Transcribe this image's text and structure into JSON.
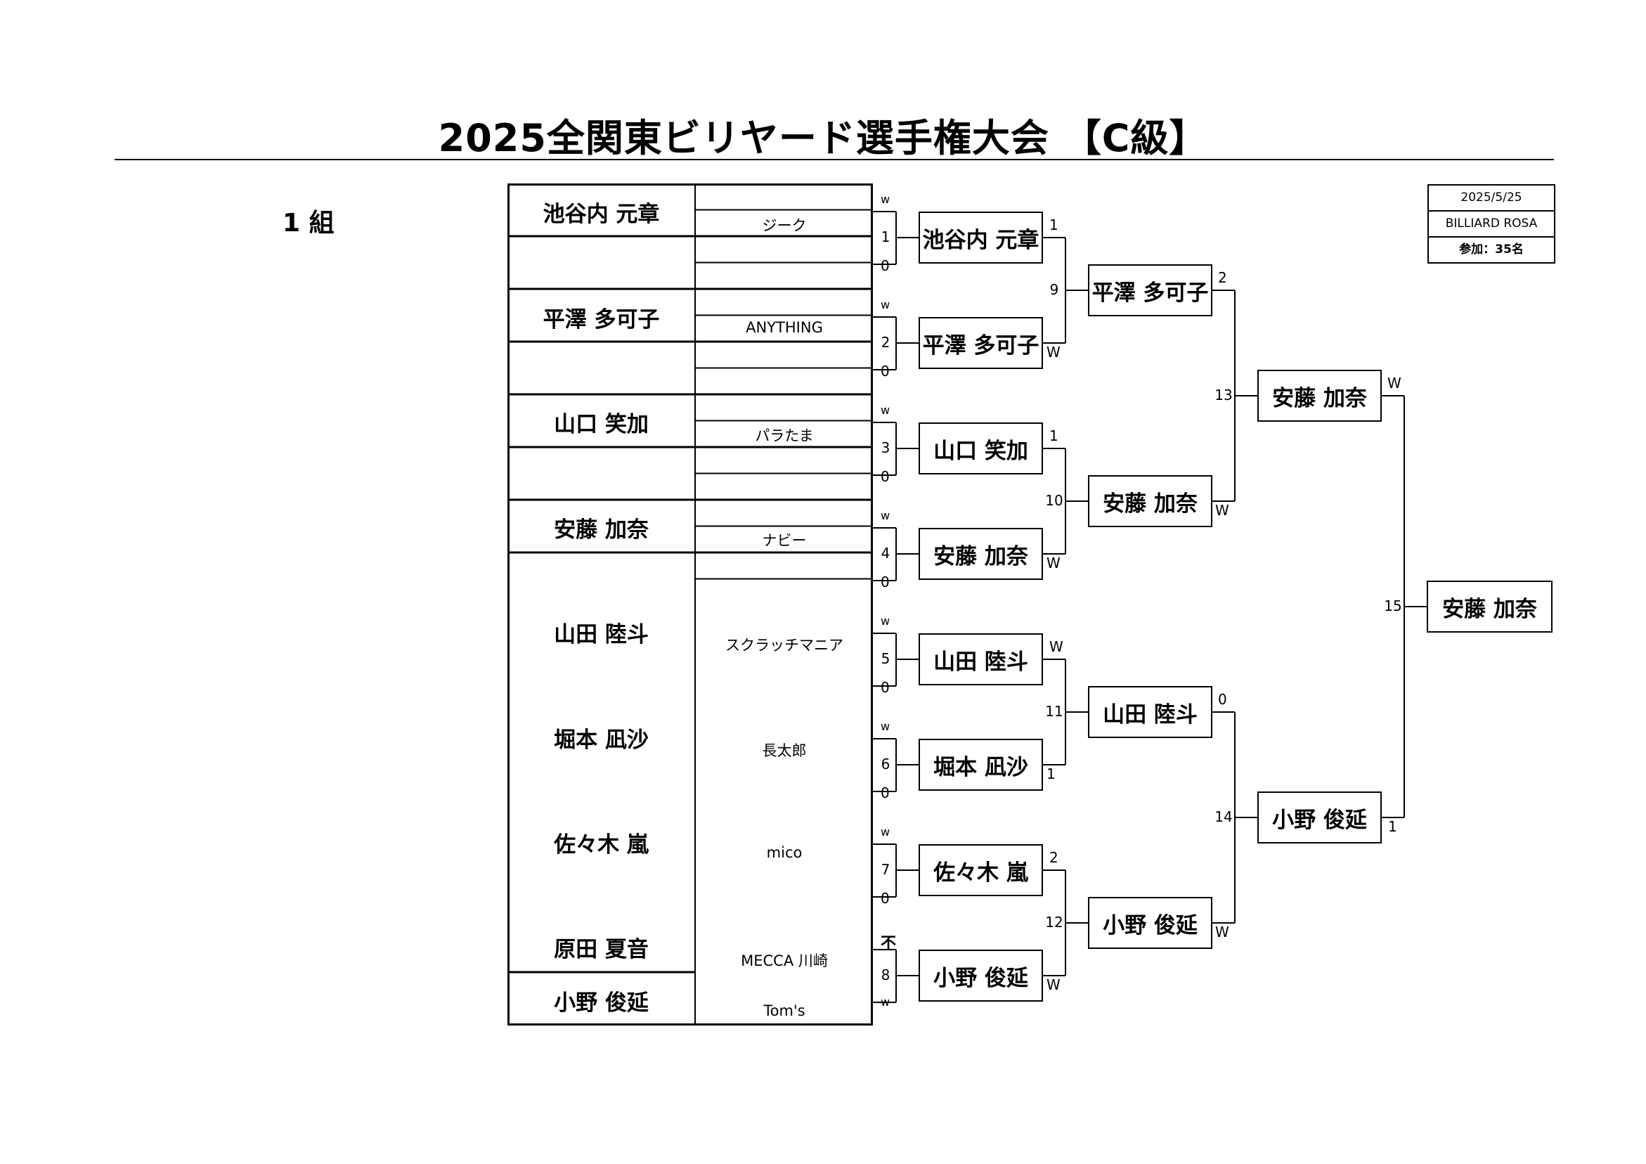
{
  "title": "2025全関東ビリヤード選手権大会 【C級】",
  "group_label": "1 組",
  "info": {
    "date": "2025/5/25",
    "venue": "BILLIARD ROSA",
    "participants": "参加：35名"
  },
  "entries": [
    {
      "name": "池谷内 元章",
      "club": "ジーク"
    },
    {
      "name": "平澤 多可子",
      "club": "ANYTHING"
    },
    {
      "name": "山口 笑加",
      "club": "パラたま"
    },
    {
      "name": "安藤 加奈",
      "club": "ナビー"
    },
    {
      "name": "山田 陸斗",
      "club": "スクラッチマニア"
    },
    {
      "name": "堀本 凪沙",
      "club": "長太郎"
    },
    {
      "name": "佐々木 嵐",
      "club": "mico"
    },
    {
      "name": "原田 夏音",
      "club": "MECCA 川崎"
    },
    {
      "name": "小野 俊延",
      "club": "Tom's"
    }
  ],
  "round1": [
    {
      "match": "1",
      "winner": "池谷内 元章",
      "top": "w",
      "bottom": "0"
    },
    {
      "match": "2",
      "winner": "平澤 多可子",
      "top": "w",
      "bottom": "0"
    },
    {
      "match": "3",
      "winner": "山口 笑加",
      "top": "w",
      "bottom": "0"
    },
    {
      "match": "4",
      "winner": "安藤 加奈",
      "top": "w",
      "bottom": "0"
    },
    {
      "match": "5",
      "winner": "山田 陸斗",
      "top": "w",
      "bottom": "0"
    },
    {
      "match": "6",
      "winner": "堀本 凪沙",
      "top": "w",
      "bottom": "0"
    },
    {
      "match": "7",
      "winner": "佐々木 嵐",
      "top": "w",
      "bottom": "0"
    },
    {
      "match": "8",
      "winner": "小野 俊延",
      "top": "不",
      "bottom": "w"
    }
  ],
  "round2": [
    {
      "match": "9",
      "winner": "平澤 多可子",
      "top": "1",
      "bottom": "W"
    },
    {
      "match": "10",
      "winner": "安藤 加奈",
      "top": "1",
      "bottom": "W"
    },
    {
      "match": "11",
      "winner": "山田 陸斗",
      "top": "W",
      "bottom": "1"
    },
    {
      "match": "12",
      "winner": "小野 俊延",
      "top": "2",
      "bottom": "W"
    }
  ],
  "round3": [
    {
      "match": "13",
      "winner": "安藤 加奈",
      "top": "2",
      "bottom": "W"
    },
    {
      "match": "14",
      "winner": "小野 俊延",
      "top": "0",
      "bottom": "W"
    }
  ],
  "final": {
    "match": "15",
    "winner": "安藤 加奈",
    "top": "W",
    "bottom": "1"
  }
}
